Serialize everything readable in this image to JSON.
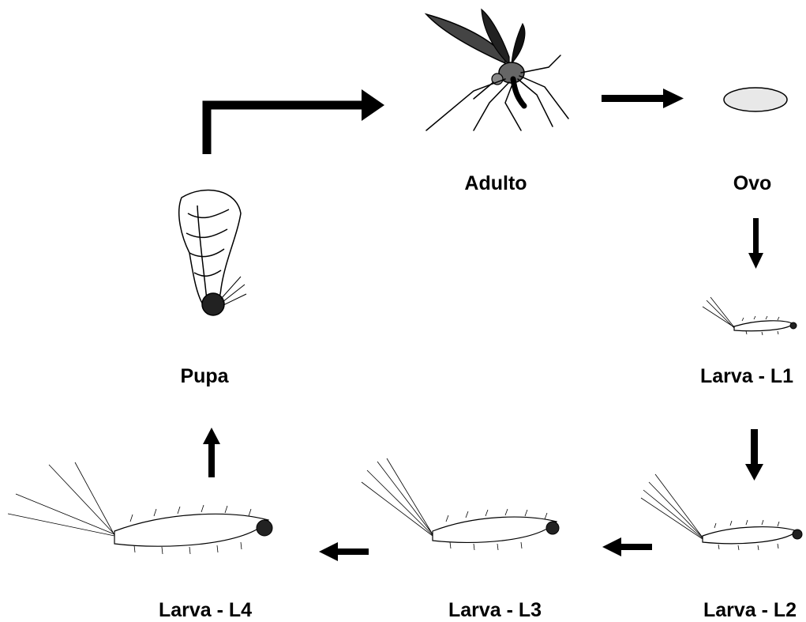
{
  "diagram": {
    "stages": {
      "adult": {
        "label": "Adulto",
        "illustration": "sand-fly-adult-illustration"
      },
      "egg": {
        "label": "Ovo",
        "illustration": "egg-illustration"
      },
      "l1": {
        "label": "Larva - L1",
        "illustration": "larva-l1-illustration"
      },
      "l2": {
        "label": "Larva - L2",
        "illustration": "larva-l2-illustration"
      },
      "l3": {
        "label": "Larva - L3",
        "illustration": "larva-l3-illustration"
      },
      "l4": {
        "label": "Larva - L4",
        "illustration": "larva-l4-illustration"
      },
      "pupa": {
        "label": "Pupa",
        "illustration": "pupa-illustration"
      }
    },
    "cycle_order": [
      "Adulto",
      "Ovo",
      "Larva - L1",
      "Larva - L2",
      "Larva - L3",
      "Larva - L4",
      "Pupa"
    ],
    "colors": {
      "ink": "#000000",
      "egg_fill": "#e8e8e8",
      "background": "#ffffff"
    }
  }
}
